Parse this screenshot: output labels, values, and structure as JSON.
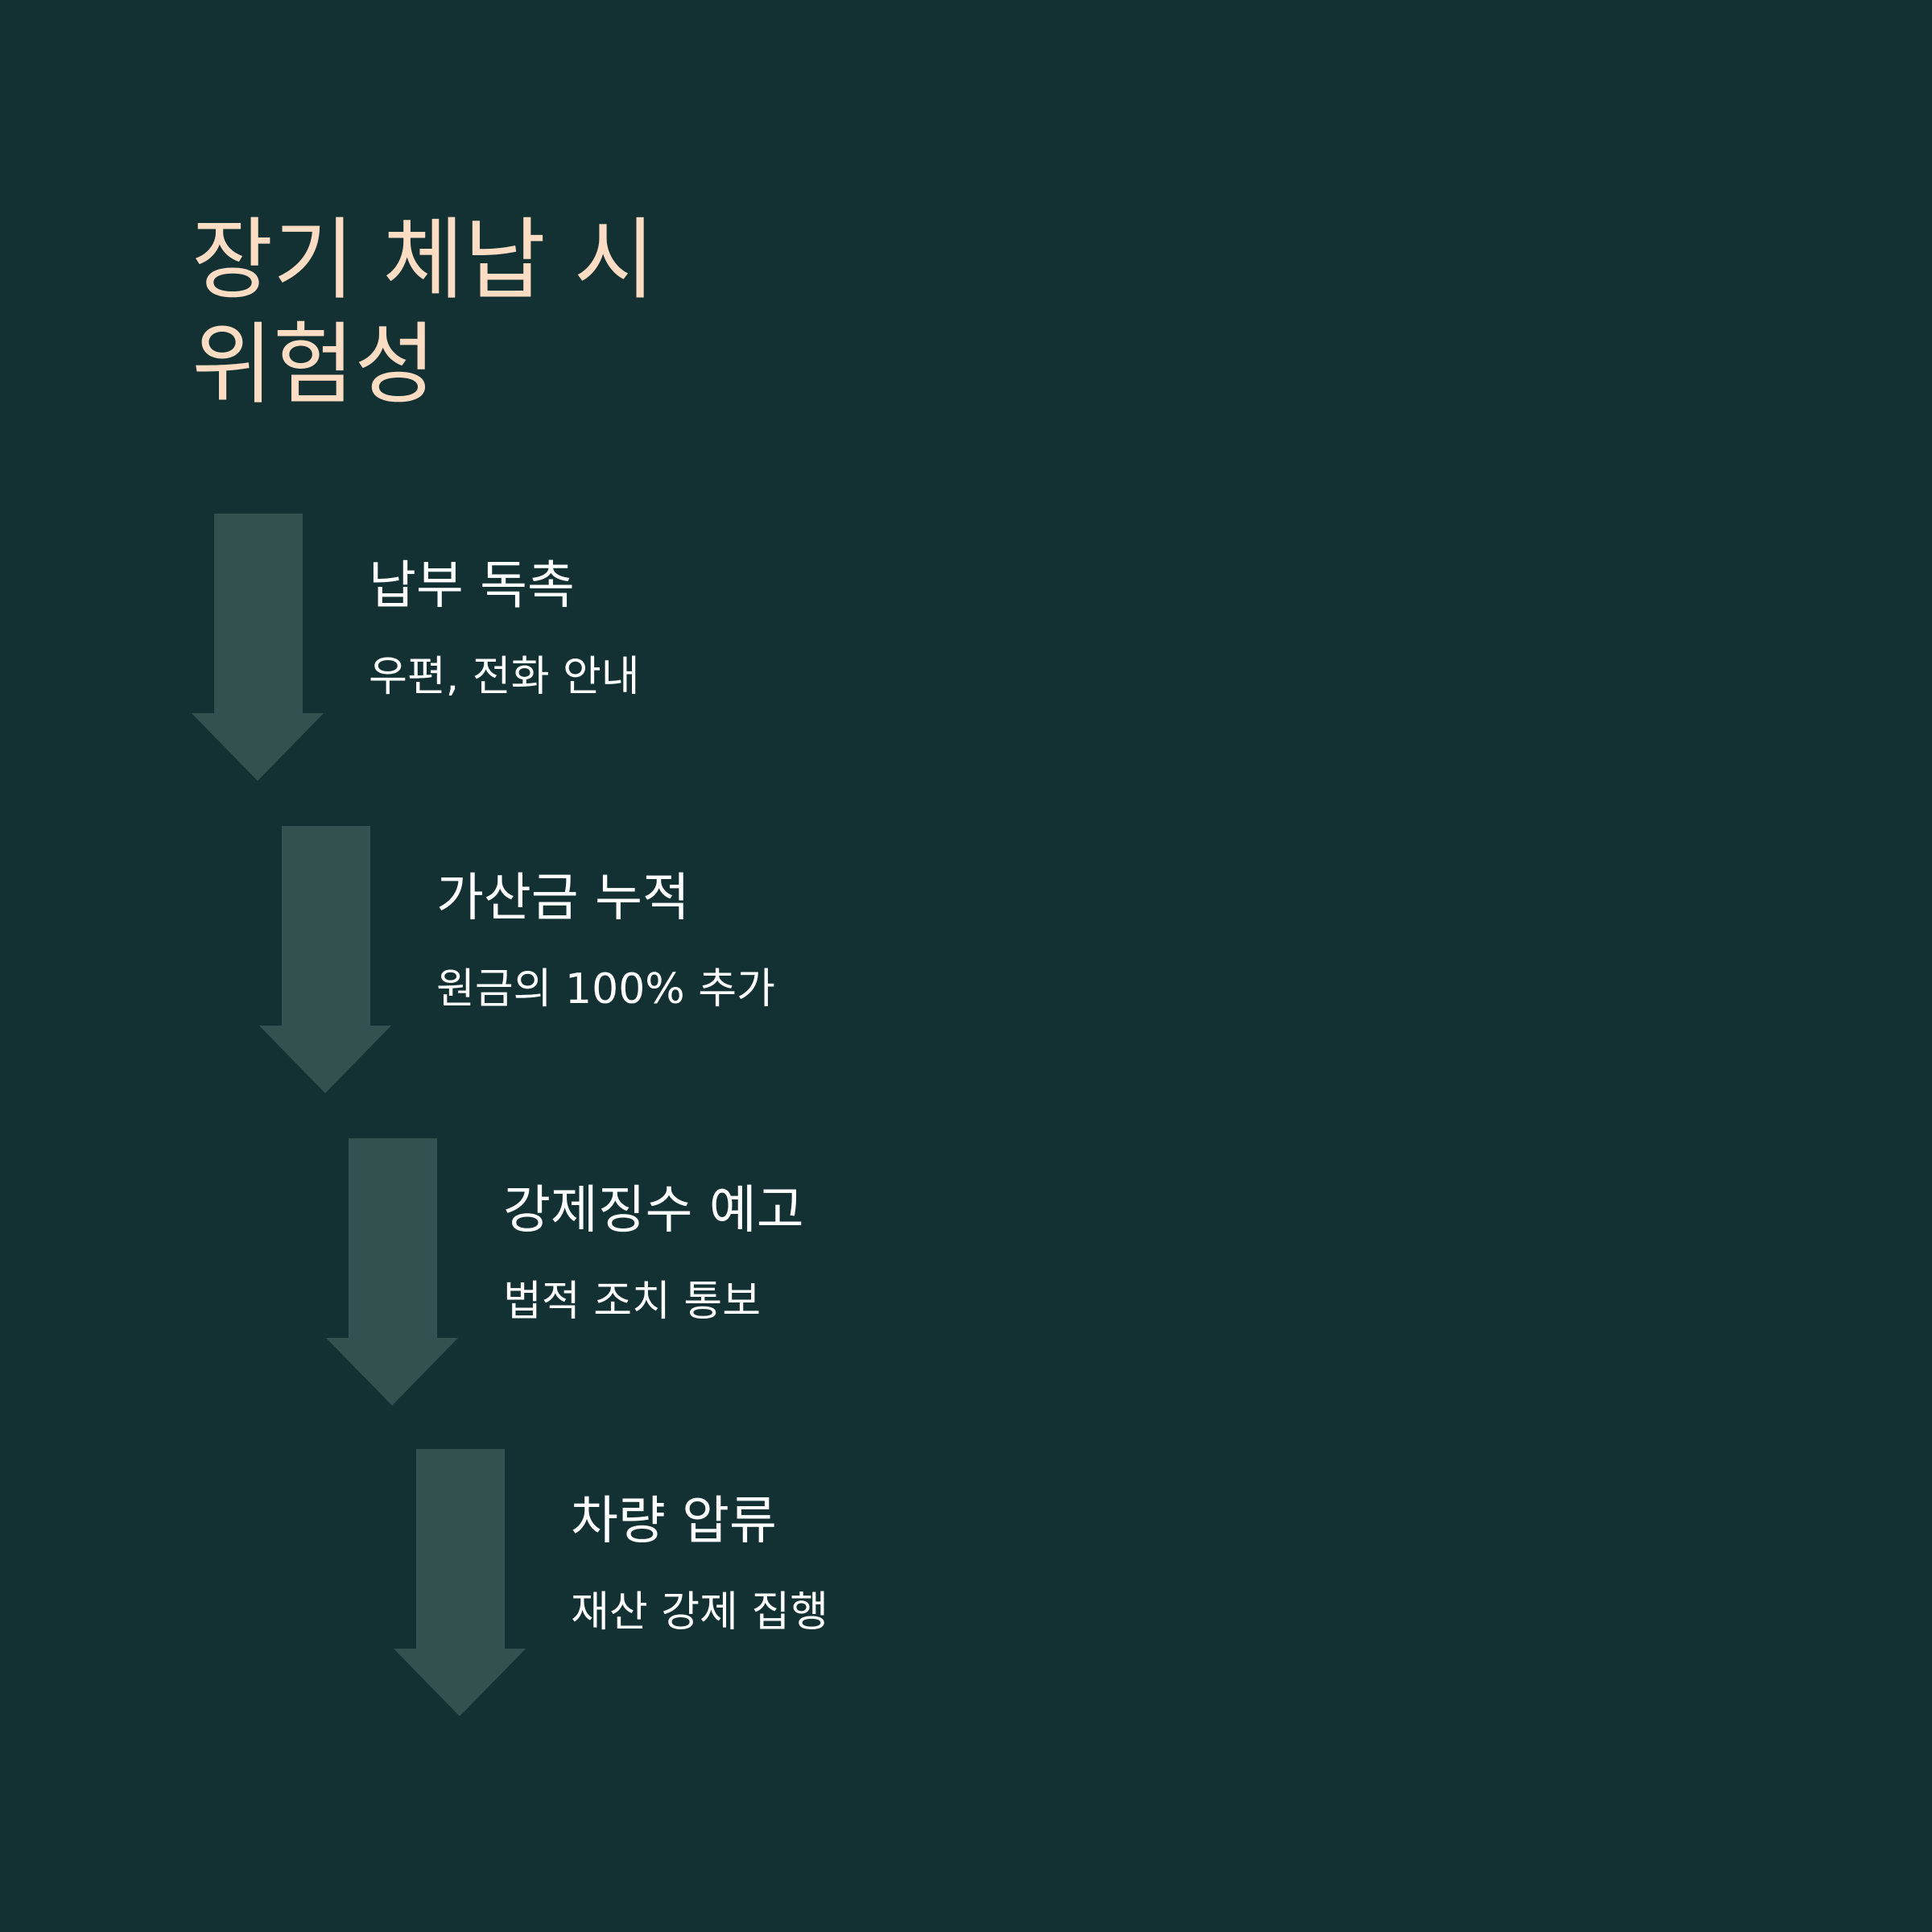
{
  "title_lines": [
    "장기 체납 시",
    "위험성"
  ],
  "steps": [
    {
      "title": "납부 독촉",
      "description": "우편, 전화 안내"
    },
    {
      "title": "가산금 누적",
      "description": "원금의 100% 추가"
    },
    {
      "title": "강제징수 예고",
      "description": "법적 조치 통보"
    },
    {
      "title": "차량 압류",
      "description": "재산 강제 집행"
    }
  ],
  "colors": {
    "background": "#133133",
    "title": "#fcdcc3",
    "arrow": "#33524f",
    "text": "#ffffff"
  }
}
